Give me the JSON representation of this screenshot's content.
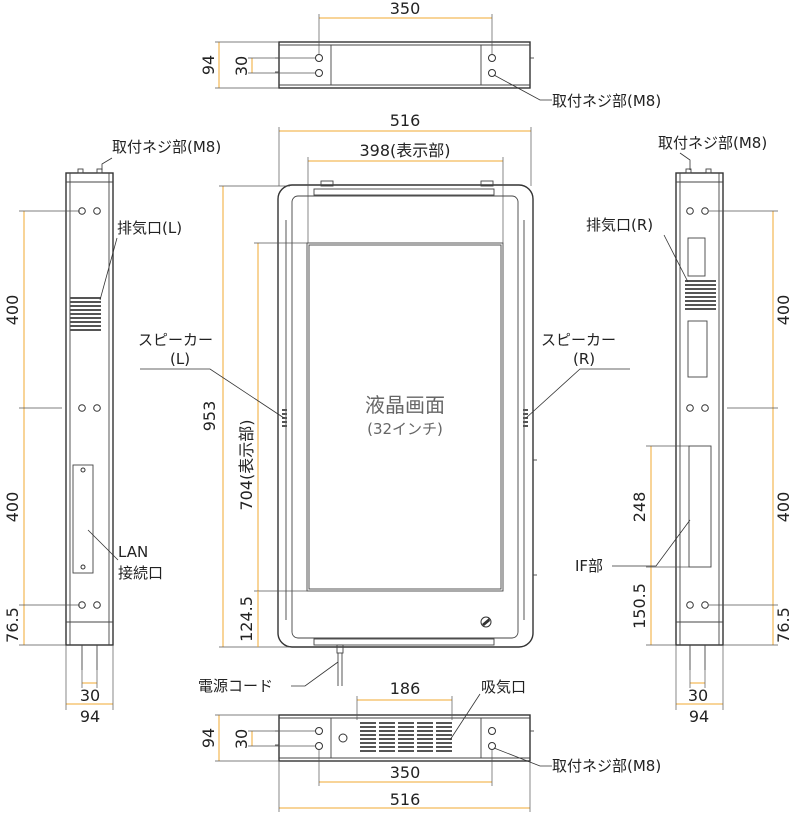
{
  "dimensions": {
    "top_width_350": "350",
    "top_height_94": "94",
    "top_pitch_30": "30",
    "front_width_516": "516",
    "display_width_398": "398(表示部)",
    "front_height_953": "953",
    "display_height_704": "704(表示部)",
    "bottom_offset_124": "124.5",
    "left_pitch_400_upper": "400",
    "left_pitch_400_lower": "400",
    "left_bottom_76": "76.5",
    "left_pitch_30": "30",
    "left_width_94": "94",
    "right_pitch_400_upper": "400",
    "right_pitch_400_lower": "400",
    "right_if_248": "248",
    "right_if_150": "150.5",
    "right_bottom_76": "76.5",
    "right_pitch_30": "30",
    "right_width_94": "94",
    "bottom_vent_186": "186",
    "bottom_height_94": "94",
    "bottom_pitch_30": "30",
    "bottom_pitch_350": "350",
    "bottom_width_516": "516"
  },
  "labels": {
    "mount_screw_top": "取付ネジ部(M8)",
    "mount_screw_left": "取付ネジ部(M8)",
    "mount_screw_right": "取付ネジ部(M8)",
    "mount_screw_bottom": "取付ネジ部(M8)",
    "exhaust_left": "排気口(L)",
    "exhaust_right": "排気口(R)",
    "speaker_left_1": "スピーカー",
    "speaker_left_2": "(L)",
    "speaker_right_1": "スピーカー",
    "speaker_right_2": "(R)",
    "lcd_title": "液晶画面",
    "lcd_size": "(32インチ)",
    "lan_1": "LAN",
    "lan_2": "接続口",
    "if_part": "IF部",
    "power_cord": "電源コード",
    "intake": "吸気口"
  },
  "colors": {
    "dimension_line": "#f0a830",
    "outline": "#333333",
    "text": "#222222"
  }
}
